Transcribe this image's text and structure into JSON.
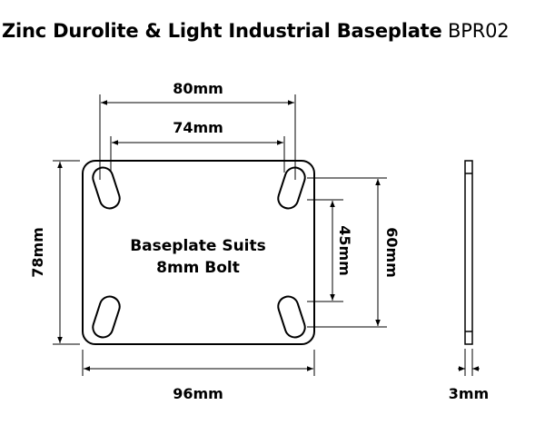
{
  "title": {
    "main": "Zinc Durolite & Light Industrial Baseplate",
    "code": "BPR02"
  },
  "plate": {
    "label_line1": "Baseplate Suits",
    "label_line2": "8mm Bolt"
  },
  "dimensions": {
    "hole_outer_width": "80mm",
    "hole_inner_width": "74mm",
    "plate_width": "96mm",
    "plate_height": "78mm",
    "hole_inner_height": "45mm",
    "hole_outer_height": "60mm",
    "thickness": "3mm"
  },
  "colors": {
    "line": "#000000",
    "background": "#ffffff"
  }
}
